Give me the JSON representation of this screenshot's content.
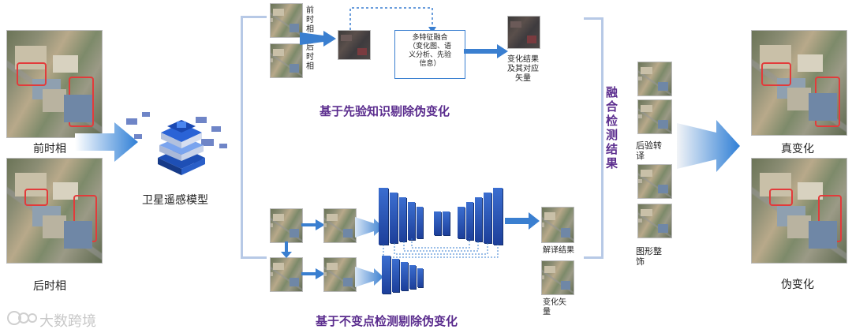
{
  "labels": {
    "before_phase": "前时相",
    "after_phase": "后时相",
    "satellite_model": "卫星遥感模型",
    "top_before": "前\n时\n相",
    "top_after": "后\n时\n相",
    "fusion_box": "多特征融合\n（变化图、语\n义分析、先验\n信息）",
    "change_result_vector": "变化结果\n及其对应\n矢量",
    "prior_title": "基于先验知识剔除伪变化",
    "invariant_title": "基于不变点检测剔除伪变化",
    "interpretation_result": "解译结果",
    "change_vector": "变化矢\n量",
    "fusion_detection": "融\n合\n检\n测\n结\n果",
    "post_verify": "后验转\n译",
    "graphic_edit": "图形整\n饰",
    "true_change": "真变化",
    "pseudo_change": "伪变化",
    "watermark": "大数跨境"
  },
  "colors": {
    "accent_blue": "#3a7fd0",
    "title_purple": "#5b2d8e",
    "bracket": "#b7c9e6",
    "change_outline": "#e23b3b"
  }
}
